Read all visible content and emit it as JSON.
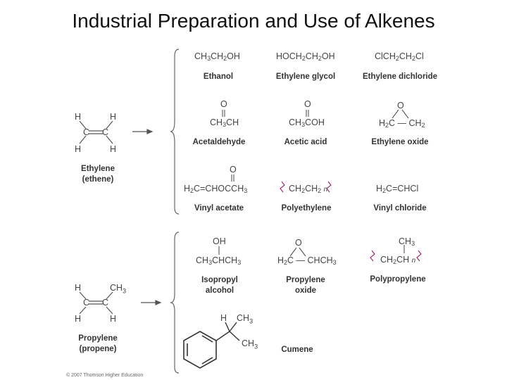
{
  "title": "Industrial Preparation and Use of Alkenes",
  "ethylene": {
    "name_line1": "Ethylene",
    "name_line2": "(ethene)",
    "products": [
      {
        "formula": "CH3CH2OH",
        "name": "Ethanol"
      },
      {
        "formula": "HOCH2CH2OH",
        "name": "Ethylene glycol"
      },
      {
        "formula": "ClCH2CH2Cl",
        "name": "Ethylene dichloride"
      },
      {
        "formula": "CH3CH",
        "name": "Acetaldehyde"
      },
      {
        "formula": "CH3COH",
        "name": "Acetic acid"
      },
      {
        "formula": "H2C—CH2",
        "name": "Ethylene oxide"
      },
      {
        "formula": "H2C=CHOCCH3",
        "name": "Vinyl acetate"
      },
      {
        "formula": "CH2CH2",
        "name": "Polyethylene"
      },
      {
        "formula": "H2C=CHCl",
        "name": "Vinyl chloride"
      }
    ]
  },
  "propylene": {
    "name_line1": "Propylene",
    "name_line2": "(propene)",
    "products": [
      {
        "formula": "CH3CHCH3",
        "name_line1": "Isopropyl",
        "name_line2": "alcohol"
      },
      {
        "formula": "H2C—CHCH3",
        "name_line1": "Propylene",
        "name_line2": "oxide"
      },
      {
        "formula": "CH2CH",
        "name_line1": "Polypropylene",
        "name_line2": ""
      },
      {
        "formula": "CH3",
        "name_line1": "Cumene",
        "name_line2": ""
      }
    ]
  },
  "copyright": "© 2007 Thomson Higher Education"
}
